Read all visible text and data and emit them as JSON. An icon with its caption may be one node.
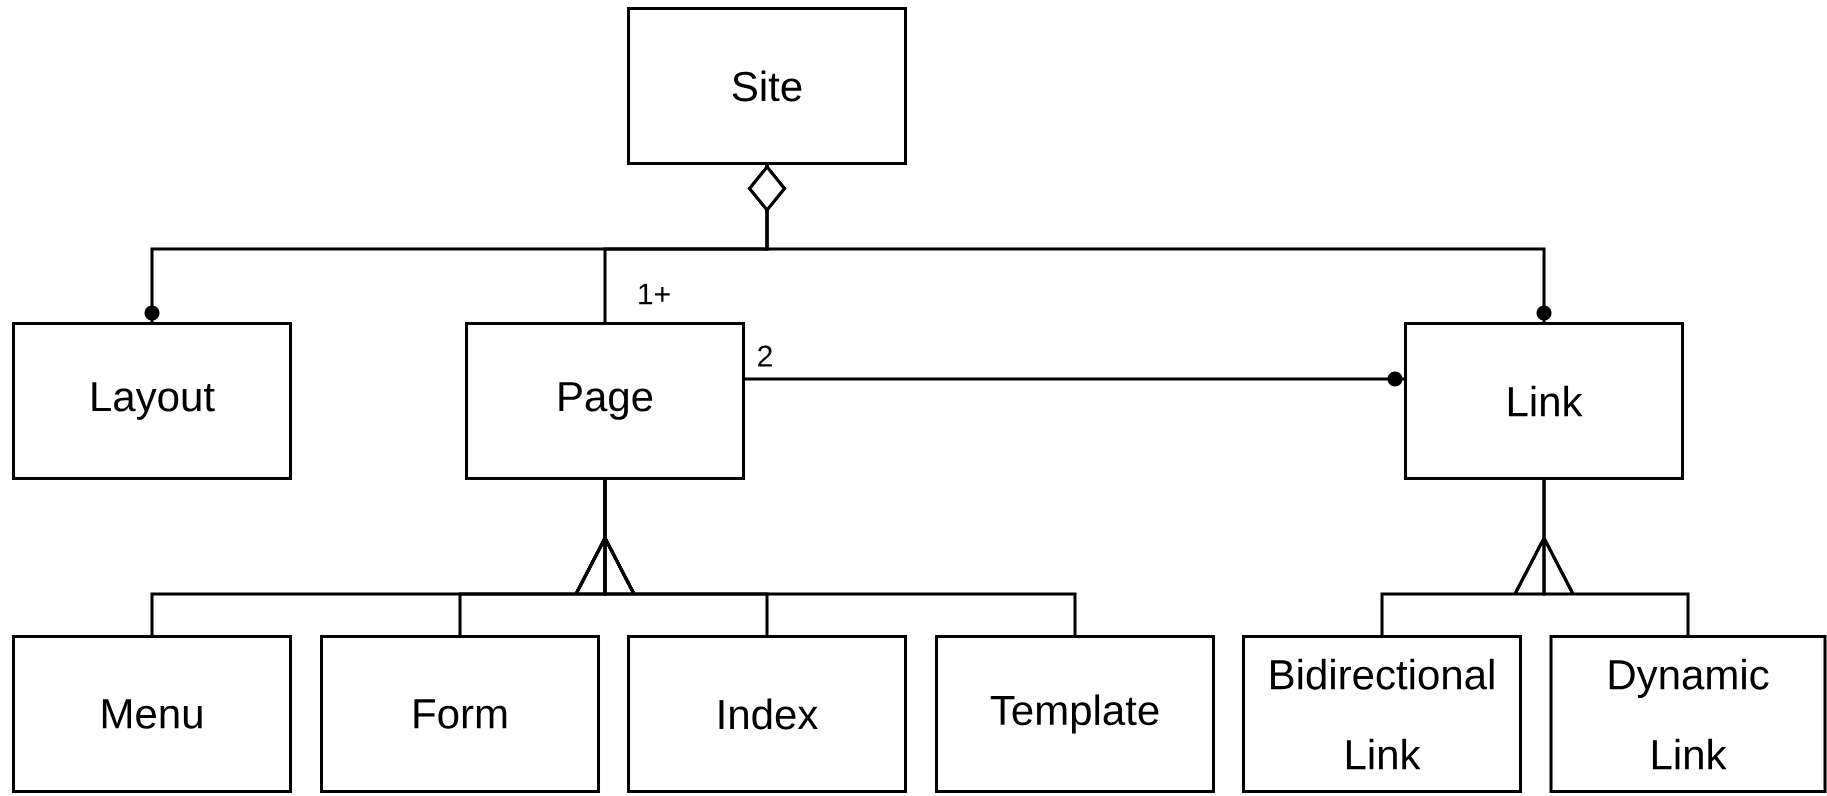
{
  "diagram": {
    "nodes": [
      {
        "text": [
          "Site"
        ]
      },
      {
        "text": [
          "Page"
        ]
      },
      {
        "text": [
          "Link"
        ]
      },
      {
        "text": [
          "Layout"
        ]
      },
      {
        "text": [
          "Menu"
        ]
      },
      {
        "text": [
          "Form"
        ]
      },
      {
        "text": [
          "Index"
        ]
      },
      {
        "text": [
          "Template"
        ]
      },
      {
        "text": [
          "Bidirectional Link"
        ]
      },
      {
        "text": [
          "Dynamic Link"
        ]
      }
    ],
    "edges": [
      {
        "from": 0,
        "to": 3,
        "arrow": "other"
      },
      {
        "from": 0,
        "to": 1,
        "arrow": "other",
        "label": "1+"
      },
      {
        "from": 0,
        "to": 2,
        "arrow": "other"
      },
      {
        "from": 1,
        "to": 2,
        "arrow": "other",
        "label": "2"
      },
      {
        "from": 4,
        "to": 1,
        "arrow": "to"
      },
      {
        "from": 5,
        "to": 1,
        "arrow": "to"
      },
      {
        "from": 6,
        "to": 1,
        "arrow": "to"
      },
      {
        "from": 7,
        "to": 1,
        "arrow": "to"
      },
      {
        "from": 8,
        "to": 2,
        "arrow": "to"
      },
      {
        "from": 9,
        "to": 2,
        "arrow": "to"
      }
    ]
  }
}
